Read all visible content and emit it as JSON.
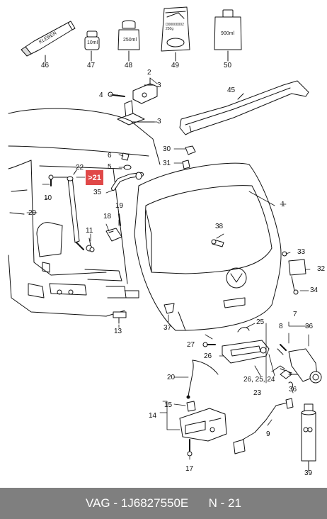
{
  "callouts": {
    "n1": "1",
    "n2": "2",
    "n3a": "3",
    "n3b": "3",
    "n4": "4",
    "n5": "5",
    "n6": "6",
    "n7": "7",
    "n8": "8",
    "n9": "9",
    "n10": "10",
    "n11": "11",
    "n13": "13",
    "n14": "14",
    "n15": "15",
    "n17": "17",
    "n18": "18",
    "n19": "19",
    "n20": "20",
    "n21": "21",
    "n22": "22",
    "n23": "23",
    "n24": "26, 25, 24",
    "n25": "25",
    "n26": "26",
    "n27": "27",
    "n29": "29",
    "n30": "30",
    "n31": "31",
    "n32": "32",
    "n33": "33",
    "n34": "34",
    "n35": "35",
    "n36a": "36",
    "n36b": "36",
    "n37": "37",
    "n38": "38",
    "n39": "39",
    "n45": "45",
    "n46": "46",
    "n47": "47",
    "n48": "48",
    "n49": "49",
    "n50": "50"
  },
  "kit_labels": {
    "tube": "KLEBER",
    "small_bottle": "10ml",
    "jar": "250ml",
    "packet": "D00000002 250g",
    "canister": "900ml"
  },
  "highlight_color": "#e04848",
  "footer": {
    "brand": "VAG",
    "separator": "-",
    "part_number": "1J6827550E",
    "ref_label": "N",
    "ref_number": "21"
  },
  "colors": {
    "footer_bg": "#7f7f7f",
    "line": "#111111"
  }
}
